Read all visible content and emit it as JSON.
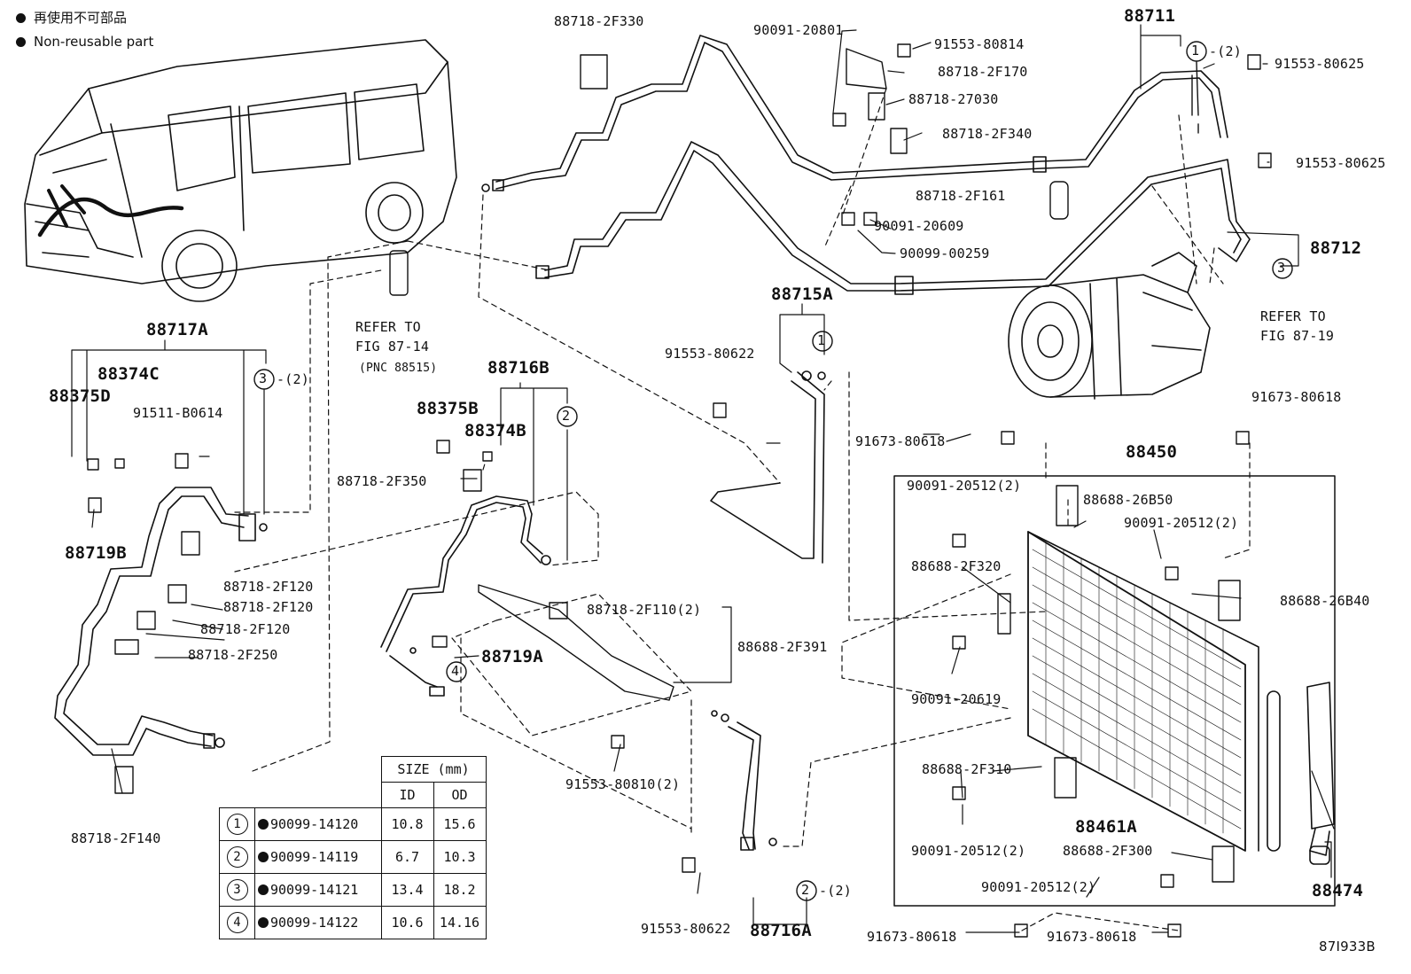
{
  "legend": {
    "line1": "再使用不可部品",
    "line2": "Non-reusable part"
  },
  "diagram_code": "87I933B",
  "refs": {
    "fig_8714": [
      "REFER TO",
      "FIG 87-14",
      "(PNC 88515)"
    ],
    "fig_8719": [
      "REFER TO",
      "FIG 87-19"
    ]
  },
  "callout_qty": "-(2)",
  "main_labels": {
    "p88711": "88711",
    "p88712": "88712",
    "p88715A": "88715A",
    "p88716A": "88716A",
    "p88716B": "88716B",
    "p88717A": "88717A",
    "p88450": "88450",
    "p88461A": "88461A",
    "p88474": "88474",
    "p88719A": "88719A",
    "p88374C": "88374C",
    "p88375D": "88375D",
    "p88375B": "88375B",
    "p88374B": "88374B",
    "p88719B": "88719B"
  },
  "labels": {
    "l_2F330": "88718-2F330",
    "l_20801": "90091-20801",
    "l_80814": "91553-80814",
    "l_2F170": "88718-2F170",
    "l_27030": "88718-27030",
    "l_2F340": "88718-2F340",
    "l_2F161": "88718-2F161",
    "l_20609": "90091-20609",
    "l_00259": "90099-00259",
    "l_80625a": "91553-80625",
    "l_80625b": "91553-80625",
    "l_80622a": "91553-80622",
    "l_B0614": "91511-B0614",
    "l_2F350": "88718-2F350",
    "l_2F120a": "88718-2F120",
    "l_2F120b": "88718-2F120",
    "l_2F120c": "88718-2F120",
    "l_2F250": "88718-2F250",
    "l_2F110": "88718-2F110(2)",
    "l_2F391": "88688-2F391",
    "l_80810": "91553-80810(2)",
    "l_2F140": "88718-2F140",
    "l_80618a": "91673-80618",
    "l_80618b": "91673-80618",
    "l_80618c": "91673-80618",
    "l_80618d": "91673-80618",
    "l_20512a": "90091-20512(2)",
    "l_26B50": "88688-26B50",
    "l_20512b": "90091-20512(2)",
    "l_2F320": "88688-2F320",
    "l_26B40": "88688-26B40",
    "l_20619": "90091-20619",
    "l_2F310": "88688-2F310",
    "l_20512c": "90091-20512(2)",
    "l_2F300": "88688-2F300",
    "l_20512d": "90091-20512(2)",
    "l_80622b": "91553-80622"
  },
  "size_table": {
    "title": "SIZE (mm)",
    "col_id": "ID",
    "col_od": "OD",
    "rows": [
      {
        "no": "1",
        "part": "90099-14120",
        "id": "10.8",
        "od": "15.6"
      },
      {
        "no": "2",
        "part": "90099-14119",
        "id": "6.7",
        "od": "10.3"
      },
      {
        "no": "3",
        "part": "90099-14121",
        "id": "13.4",
        "od": "18.2"
      },
      {
        "no": "4",
        "part": "90099-14122",
        "id": "10.6",
        "od": "14.16"
      }
    ]
  },
  "callouts": [
    "1",
    "3",
    "2",
    "1",
    "2",
    "4",
    "2",
    "3"
  ]
}
